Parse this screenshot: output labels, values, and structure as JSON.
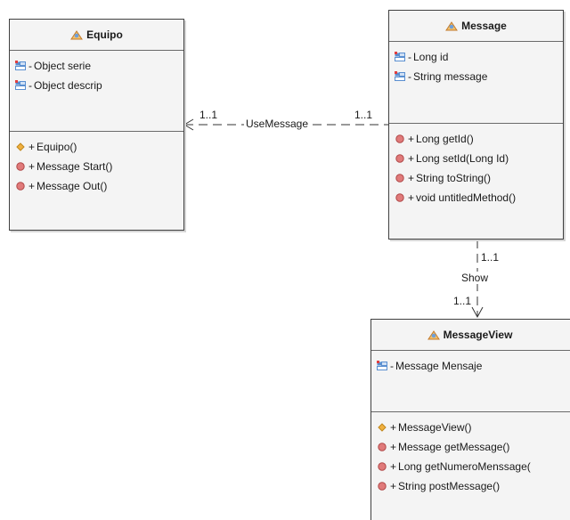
{
  "classes": {
    "equipo": {
      "name": "Equipo",
      "attributes": [
        {
          "vis": "-",
          "text": "Object serie"
        },
        {
          "vis": "-",
          "text": "Object descrip"
        }
      ],
      "operations": [
        {
          "vis": "+",
          "text": "Equipo()",
          "kind": "constructor"
        },
        {
          "vis": "+",
          "text": "Message Start()",
          "kind": "method"
        },
        {
          "vis": "+",
          "text": "Message Out()",
          "kind": "method"
        }
      ]
    },
    "message": {
      "name": "Message",
      "attributes": [
        {
          "vis": "-",
          "text": "Long id"
        },
        {
          "vis": "-",
          "text": "String message"
        }
      ],
      "operations": [
        {
          "vis": "+",
          "text": "Long getId()",
          "kind": "method"
        },
        {
          "vis": "+",
          "text": "Long setId(Long Id)",
          "kind": "method"
        },
        {
          "vis": "+",
          "text": "String toString()",
          "kind": "method"
        },
        {
          "vis": "+",
          "text": "void untitledMethod()",
          "kind": "method"
        }
      ]
    },
    "messageview": {
      "name": "MessageView",
      "attributes": [
        {
          "vis": "-",
          "text": "Message Mensaje"
        }
      ],
      "operations": [
        {
          "vis": "+",
          "text": "MessageView()",
          "kind": "constructor"
        },
        {
          "vis": "+",
          "text": "Message getMessage()",
          "kind": "method"
        },
        {
          "vis": "+",
          "text": "Long getNumeroMenssage(",
          "kind": "method"
        },
        {
          "vis": "+",
          "text": "String postMessage()",
          "kind": "method"
        }
      ]
    }
  },
  "associations": {
    "use_message": {
      "label": "UseMessage",
      "source_mult": "1..1",
      "target_mult": "1..1"
    },
    "show": {
      "label": "Show",
      "source_mult": "1..1",
      "target_mult": "1..1"
    }
  },
  "icon_names": {
    "class": "class-icon",
    "attribute": "field-icon",
    "constructor": "constructor-icon",
    "method": "method-icon"
  },
  "colors": {
    "method_icon": "#e07a7a",
    "constructor_icon": "#f0b040",
    "field_icon_blue": "#5a8fd0",
    "class_icon": "#e8a050"
  }
}
